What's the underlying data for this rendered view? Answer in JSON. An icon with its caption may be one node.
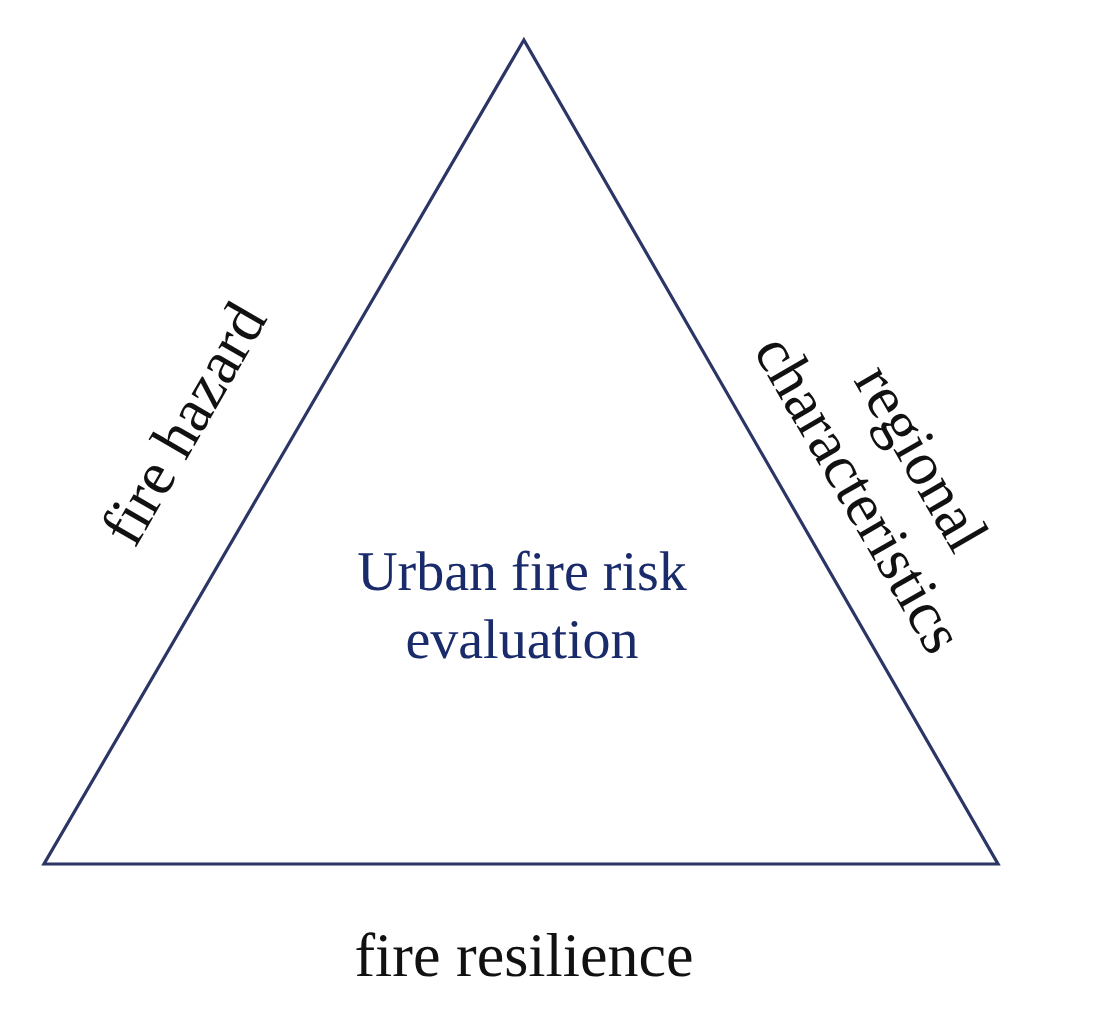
{
  "diagram": {
    "nodes": [
      {
        "text": [
          "Urban fire risk evaluation"
        ]
      }
    ],
    "labels": [
      "fire hazard",
      "regional characteristics",
      "fire resilience"
    ]
  }
}
